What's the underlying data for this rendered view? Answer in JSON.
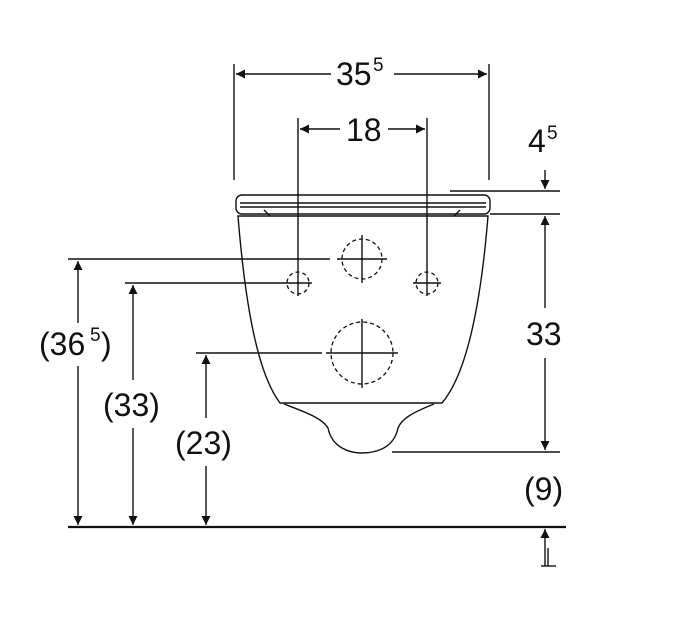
{
  "dimensions": {
    "width_total": {
      "main": "35",
      "sup": "5"
    },
    "inlet_spacing": {
      "main": "18"
    },
    "seat_thickness": {
      "main": "4",
      "sup": "5"
    },
    "bowl_height": {
      "main": "33"
    },
    "outlet_offset": {
      "main": "(9)"
    },
    "upper_inlet_height": {
      "main": "(36",
      "sup": "5",
      "close": ")"
    },
    "side_inlet_height": {
      "main": "(33)"
    },
    "outlet_height": {
      "main": "(23)"
    }
  }
}
